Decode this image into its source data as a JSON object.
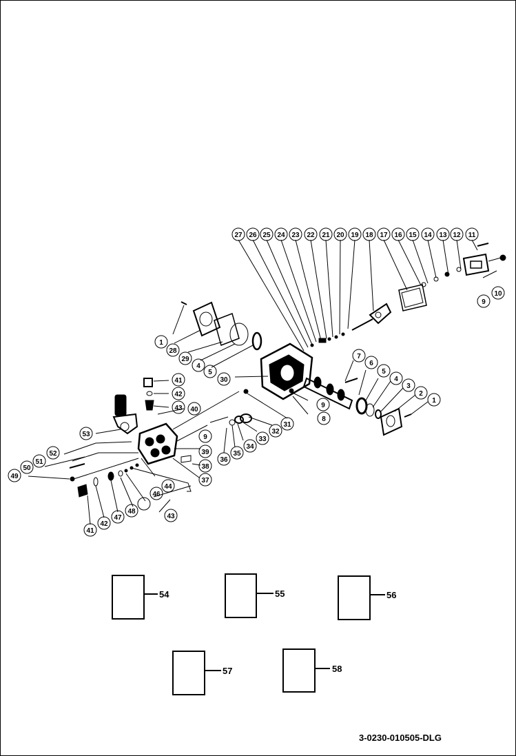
{
  "callouts_top": [
    "27",
    "26",
    "25",
    "24",
    "23",
    "22",
    "21",
    "20",
    "19",
    "18",
    "17",
    "16",
    "15",
    "14",
    "13",
    "12",
    "11"
  ],
  "callouts": {
    "c10": "10",
    "c9a": "9",
    "c1a": "1",
    "c28": "28",
    "c29": "29",
    "c4a": "4",
    "c5a": "5",
    "c30": "30",
    "c7": "7",
    "c6": "6",
    "c5b": "5",
    "c4b": "4",
    "c3": "3",
    "c2": "2",
    "c1b": "1",
    "c9b": "9",
    "c8": "8",
    "c41a": "41",
    "c42a": "42",
    "c43a": "43",
    "c40": "40",
    "c53": "53",
    "c31": "31",
    "c32": "32",
    "c33": "33",
    "c34": "34",
    "c35": "35",
    "c36": "36",
    "c9c": "9",
    "c39": "39",
    "c38": "38",
    "c37": "37",
    "c52": "52",
    "c51": "51",
    "c50": "50",
    "c49": "49",
    "c44": "44",
    "c46": "46",
    "c43b": "43",
    "c41b": "41",
    "c42b": "42",
    "c47": "47",
    "c48": "48"
  },
  "boxes": [
    "54",
    "55",
    "56",
    "57",
    "58"
  ],
  "drawing_id": "3-0230-010505-DLG",
  "colors": {
    "line": "#000000",
    "background": "#ffffff"
  }
}
